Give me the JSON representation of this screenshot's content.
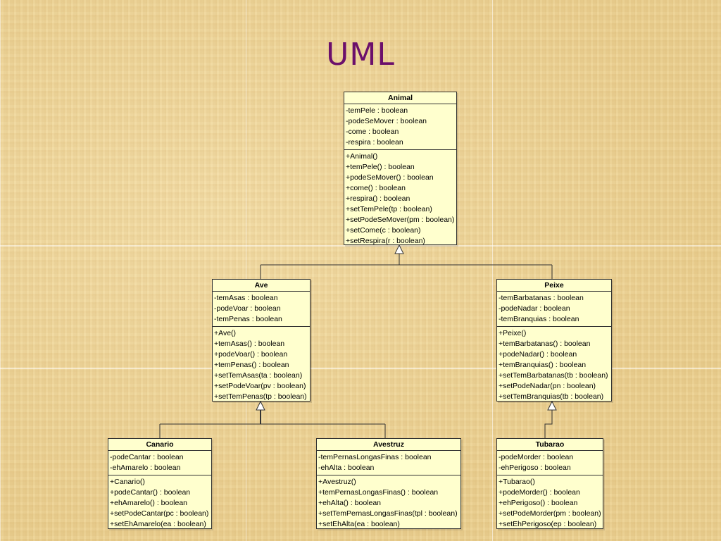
{
  "title": "UML",
  "classes": {
    "animal": {
      "name": "Animal",
      "attributes": [
        "-temPele : boolean",
        "-podeSeMover : boolean",
        "-come : boolean",
        "-respira : boolean"
      ],
      "methods": [
        "+Animal()",
        "+temPele() : boolean",
        "+podeSeMover() : boolean",
        "+come() : boolean",
        "+respira() : boolean",
        "+setTemPele(tp : boolean)",
        "+setPodeSeMover(pm : boolean)",
        "+setCome(c : boolean)",
        "+setRespira(r : boolean)"
      ]
    },
    "ave": {
      "name": "Ave",
      "attributes": [
        "-temAsas : boolean",
        "-podeVoar : boolean",
        "-temPenas : boolean"
      ],
      "methods": [
        "+Ave()",
        "+temAsas() : boolean",
        "+podeVoar() : boolean",
        "+temPenas() : boolean",
        "+setTemAsas(ta : boolean)",
        "+setPodeVoar(pv : boolean)",
        "+setTemPenas(tp : boolean)"
      ]
    },
    "peixe": {
      "name": "Peixe",
      "attributes": [
        "-temBarbatanas : boolean",
        "-podeNadar : boolean",
        "-temBranquias : boolean"
      ],
      "methods": [
        "+Peixe()",
        "+temBarbatanas() : boolean",
        "+podeNadar() : boolean",
        "+temBranquias() : boolean",
        "+setTemBarbatanas(tb : boolean)",
        "+setPodeNadar(pn : boolean)",
        "+setTemBranquias(tb : boolean)"
      ]
    },
    "canario": {
      "name": "Canario",
      "attributes": [
        "-podeCantar : boolean",
        "-ehAmarelo : boolean"
      ],
      "methods": [
        "+Canario()",
        "+podeCantar() : boolean",
        "+ehAmarelo() : boolean",
        "+setPodeCantar(pc : boolean)",
        "+setEhAmarelo(ea : boolean)"
      ]
    },
    "avestruz": {
      "name": "Avestruz",
      "attributes": [
        "-temPernasLongasFinas : boolean",
        "-ehAlta : boolean"
      ],
      "methods": [
        "+Avestruz()",
        "+temPernasLongasFinas() : boolean",
        "+ehAlta() : boolean",
        "+setTemPernasLongasFinas(tpl : boolean)",
        "+setEhAlta(ea : boolean)"
      ]
    },
    "tubarao": {
      "name": "Tubarao",
      "attributes": [
        "-podeMorder : boolean",
        "-ehPerigoso : boolean"
      ],
      "methods": [
        "+Tubarao()",
        "+podeMorder() : boolean",
        "+ehPerigoso() : boolean",
        "+setPodeMorder(pm : boolean)",
        "+setEhPerigoso(ep : boolean)"
      ]
    }
  }
}
